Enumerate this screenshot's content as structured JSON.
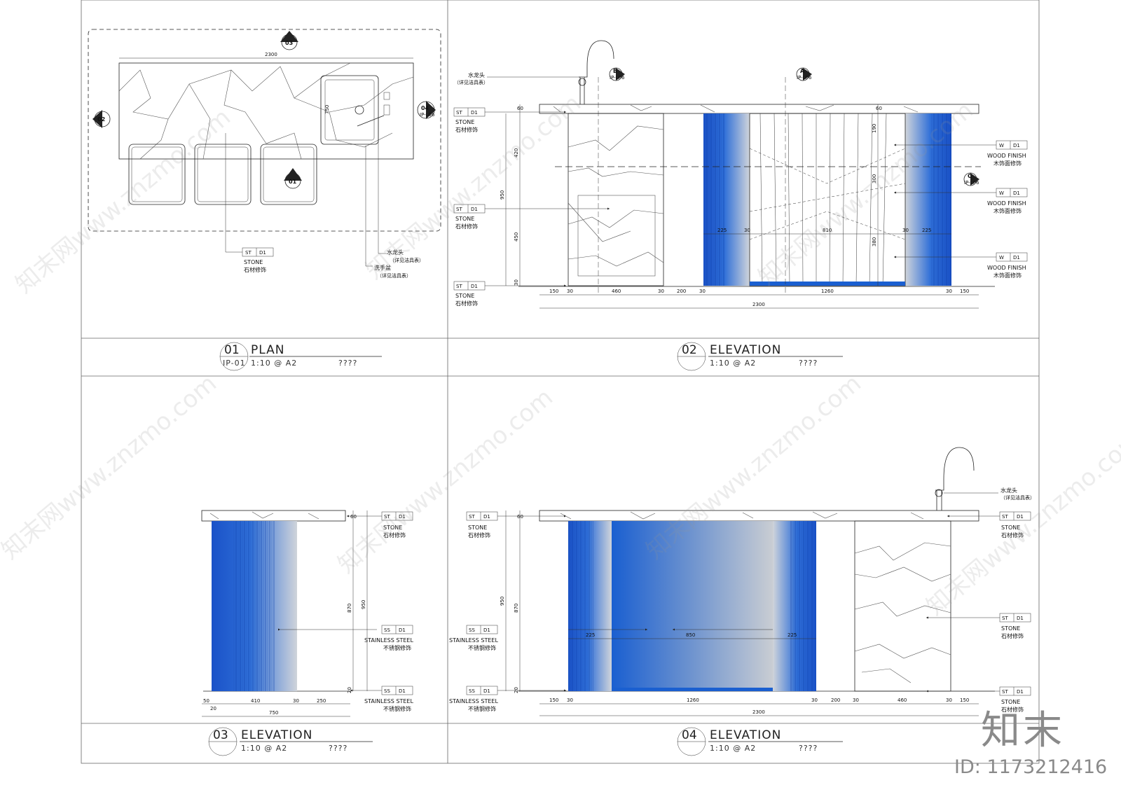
{
  "views": [
    {
      "num": "01",
      "title": "PLAN",
      "sheet_ref": "IP-01",
      "scale": "1:10 @ A2",
      "note": "????"
    },
    {
      "num": "02",
      "title": "ELEVATION",
      "scale": "1:10 @ A2",
      "note": "????"
    },
    {
      "num": "03",
      "title": "ELEVATION",
      "scale": "1:10 @ A2",
      "note": "????"
    },
    {
      "num": "04",
      "title": "ELEVATION",
      "scale": "1:10 @ A2",
      "note": "????"
    }
  ],
  "tags": {
    "st": "ST",
    "ss": "SS",
    "w": "W",
    "d1": "D1",
    "stone_en": "STONE",
    "stone_cn": "石材修饰",
    "ss_en": "STAINLESS STEEL",
    "ss_cn": "不锈钢修饰",
    "wood_en": "WOOD FINISH",
    "wood_cn": "木饰面修饰",
    "faucet_cn": "水龙头",
    "faucet_sub": "（详见洁具表）",
    "basin_cn": "洗手盆",
    "basin_sub": "（详见洁具表）"
  },
  "callouts": {
    "plan_01": "01",
    "plan_02": "02",
    "plan_03": "03",
    "plan_04": "04",
    "plan_04_sub": "IP-L06",
    "sec_b": "B",
    "sec_b_sub": "IP-L06",
    "sec_a": "A",
    "sec_a_sub": "IP-L06",
    "sec_c": "C",
    "sec_c_sub": "IP-L06"
  },
  "dimensions": {
    "plan": {
      "length": "2300",
      "depth": "750"
    },
    "elev02": {
      "h_top": "60",
      "h_a": "420",
      "h_b": "450",
      "h_c": "30",
      "h_total": "950",
      "w_150a": "150",
      "w_30a": "30",
      "w_460": "460",
      "w_30b": "30",
      "w_200": "200",
      "w_30c": "30",
      "w_1260": "1260",
      "w_30d": "30",
      "w_150b": "150",
      "w_total": "2300",
      "w_225a": "225",
      "w_30e": "30",
      "w_810": "810",
      "w_30f": "30",
      "w_225b": "225",
      "r_60": "60",
      "r_190": "190",
      "r_300": "300",
      "r_380": "380"
    },
    "elev03": {
      "h_top": "60",
      "h_870": "870",
      "h_950": "950",
      "h_20": "20",
      "w_50": "50",
      "w_20": "20",
      "w_410": "410",
      "w_30": "30",
      "w_250": "250",
      "w_total": "750"
    },
    "elev04": {
      "h_top": "60",
      "h_870": "870",
      "h_950": "950",
      "h_20": "20",
      "w_150a": "150",
      "w_30a": "30",
      "w_1260": "1260",
      "w_30b": "30",
      "w_200": "200",
      "w_30c": "30",
      "w_460": "460",
      "w_30d": "30",
      "w_150b": "150",
      "w_total": "2300",
      "w_225a": "225",
      "w_850": "850",
      "w_225b": "225"
    }
  },
  "brand": {
    "logo": "知末",
    "id_label": "ID: 1173212416"
  },
  "watermark": "知末网www.znzmo.com",
  "colors": {
    "panel_blue": "#1a5fd0",
    "panel_light": "#c9cdd3",
    "line": "#222222"
  }
}
